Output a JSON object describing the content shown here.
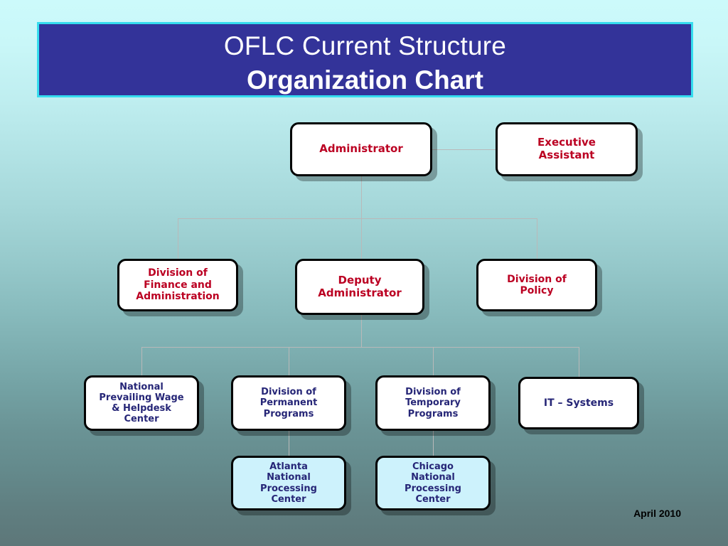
{
  "slide": {
    "title_line1": "OFLC Current Structure",
    "title_line2": "Organization Chart",
    "footer_date": "April 2010",
    "banner_color": "#333399",
    "banner_border_color": "#35dcee",
    "red_text_color": "#bb0022",
    "navy_text_color": "#262677",
    "cyan_box_fill": "#cdf2fc",
    "connector_color": "#b9b9b9",
    "background_top_color": "#ccfafb",
    "background_bottom_color": "#5d7779"
  },
  "chart_data": {
    "type": "diagram",
    "title": "OFLC Current Structure Organization Chart",
    "nodes": [
      {
        "id": "administrator",
        "label": "Administrator",
        "level": 1,
        "text_color": "#bb0022",
        "fill": "#ffffff"
      },
      {
        "id": "executive-assistant",
        "label": "Executive\nAssistant",
        "level": 1,
        "text_color": "#bb0022",
        "fill": "#ffffff"
      },
      {
        "id": "division-finance",
        "label": "Division of\nFinance and\nAdministration",
        "level": 2,
        "text_color": "#bb0022",
        "fill": "#ffffff"
      },
      {
        "id": "deputy-administrator",
        "label": "Deputy\nAdministrator",
        "level": 2,
        "text_color": "#bb0022",
        "fill": "#ffffff"
      },
      {
        "id": "division-policy",
        "label": "Division of\nPolicy",
        "level": 2,
        "text_color": "#bb0022",
        "fill": "#ffffff"
      },
      {
        "id": "npwhc",
        "label": "National\nPrevailing Wage\n& Helpdesk\nCenter",
        "level": 3,
        "text_color": "#262677",
        "fill": "#ffffff"
      },
      {
        "id": "permanent-programs",
        "label": "Division of\nPermanent\nPrograms",
        "level": 3,
        "text_color": "#262677",
        "fill": "#ffffff"
      },
      {
        "id": "temporary-programs",
        "label": "Division of\nTemporary\nPrograms",
        "level": 3,
        "text_color": "#262677",
        "fill": "#ffffff"
      },
      {
        "id": "it-systems",
        "label": "IT – Systems",
        "level": 3,
        "text_color": "#262677",
        "fill": "#ffffff"
      },
      {
        "id": "atlanta-npc",
        "label": "Atlanta\nNational\nProcessing\nCenter",
        "level": 4,
        "text_color": "#262677",
        "fill": "#cdf2fc"
      },
      {
        "id": "chicago-npc",
        "label": "Chicago\nNational\nProcessing\nCenter",
        "level": 4,
        "text_color": "#262677",
        "fill": "#cdf2fc"
      }
    ],
    "edges": [
      {
        "from": "administrator",
        "to": "executive-assistant"
      },
      {
        "from": "administrator",
        "to": "division-finance"
      },
      {
        "from": "administrator",
        "to": "deputy-administrator"
      },
      {
        "from": "administrator",
        "to": "division-policy"
      },
      {
        "from": "deputy-administrator",
        "to": "npwhc"
      },
      {
        "from": "deputy-administrator",
        "to": "permanent-programs"
      },
      {
        "from": "deputy-administrator",
        "to": "temporary-programs"
      },
      {
        "from": "deputy-administrator",
        "to": "it-systems"
      },
      {
        "from": "permanent-programs",
        "to": "atlanta-npc"
      },
      {
        "from": "temporary-programs",
        "to": "chicago-npc"
      }
    ]
  },
  "boxes": {
    "administrator": {
      "label": "Administrator"
    },
    "executive_assistant": {
      "line1": "Executive",
      "line2": "Assistant"
    },
    "division_finance": {
      "line1": "Division of",
      "line2": "Finance and",
      "line3": "Administration"
    },
    "deputy_administrator": {
      "line1": "Deputy",
      "line2": "Administrator"
    },
    "division_policy": {
      "line1": "Division of",
      "line2": "Policy"
    },
    "npwhc": {
      "line1": "National",
      "line2": "Prevailing Wage",
      "line3": "& Helpdesk",
      "line4": "Center"
    },
    "permanent_programs": {
      "line1": "Division of",
      "line2": "Permanent",
      "line3": "Programs"
    },
    "temporary_programs": {
      "line1": "Division of",
      "line2": "Temporary",
      "line3": "Programs"
    },
    "it_systems": {
      "label": "IT – Systems"
    },
    "atlanta_npc": {
      "line1": "Atlanta",
      "line2": "National",
      "line3": "Processing",
      "line4": "Center"
    },
    "chicago_npc": {
      "line1": "Chicago",
      "line2": "National",
      "line3": "Processing",
      "line4": "Center"
    }
  }
}
